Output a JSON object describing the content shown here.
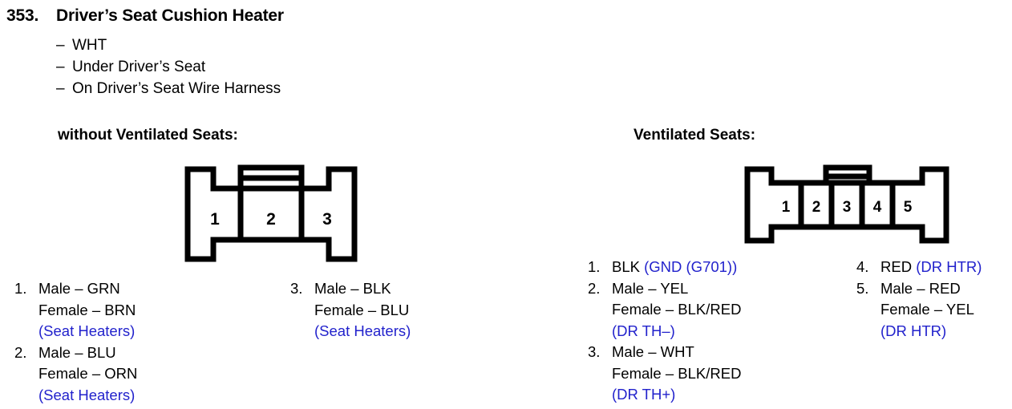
{
  "entry": {
    "number": "353.",
    "title": "Driver’s Seat Cushion Heater",
    "specs": [
      "WHT",
      "Under Driver’s Seat",
      "On Driver’s Seat Wire Harness"
    ],
    "dash": "–"
  },
  "colors": {
    "note_blue": "#2222CC",
    "line_black": "#000000",
    "background": "#FFFFFF"
  },
  "sections": {
    "left": {
      "heading": "without Ventilated Seats:",
      "connector": {
        "type": "3-pin-connector",
        "pin_count": 3,
        "pin_labels": [
          "1",
          "2",
          "3"
        ]
      },
      "columns": [
        {
          "items": [
            {
              "number": "1.",
              "lines": [
                "Male – GRN",
                "Female – BRN"
              ],
              "note": "(Seat Heaters)"
            },
            {
              "number": "2.",
              "lines": [
                "Male – BLU",
                "Female – ORN"
              ],
              "note": "(Seat Heaters)"
            }
          ]
        },
        {
          "items": [
            {
              "number": "3.",
              "lines": [
                "Male – BLK",
                "Female – BLU"
              ],
              "note": "(Seat Heaters)"
            }
          ]
        }
      ]
    },
    "right": {
      "heading": "Ventilated Seats:",
      "connector": {
        "type": "5-pin-connector",
        "pin_count": 5,
        "pin_labels": [
          "1",
          "2",
          "3",
          "4",
          "5"
        ]
      },
      "columns": [
        {
          "items": [
            {
              "number": "1.",
              "lines": [
                "BLK"
              ],
              "inline_note": "(GND (G701))",
              "note": ""
            },
            {
              "number": "2.",
              "lines": [
                "Male – YEL",
                "Female – BLK/RED"
              ],
              "note": "(DR TH–)"
            },
            {
              "number": "3.",
              "lines": [
                "Male – WHT",
                "Female – BLK/RED"
              ],
              "note": "(DR TH+)"
            }
          ]
        },
        {
          "items": [
            {
              "number": "4.",
              "lines": [
                "RED"
              ],
              "inline_note": "(DR HTR)",
              "note": ""
            },
            {
              "number": "5.",
              "lines": [
                "Male – RED",
                "Female – YEL"
              ],
              "note": "(DR HTR)"
            }
          ]
        }
      ]
    }
  }
}
